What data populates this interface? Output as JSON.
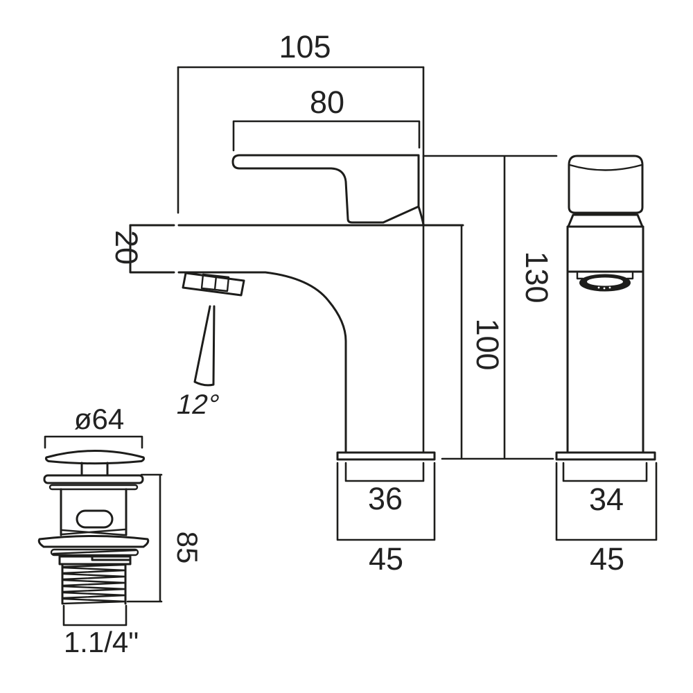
{
  "drawing": {
    "front_view": {
      "overall_width": "105",
      "handle_length": "80",
      "spout_tip_height": "20",
      "spray_angle": "12°",
      "body_width": "36",
      "base_width": "45",
      "spout_height": "100",
      "overall_height": "130"
    },
    "side_view": {
      "body_width": "34",
      "base_width": "45"
    },
    "waste": {
      "cap_diameter": "ø64",
      "body_height": "85",
      "thread_size": "1.1/4\""
    },
    "colors": {
      "line": "#1d1d1b",
      "background": "#ffffff",
      "text": "#222222"
    }
  }
}
